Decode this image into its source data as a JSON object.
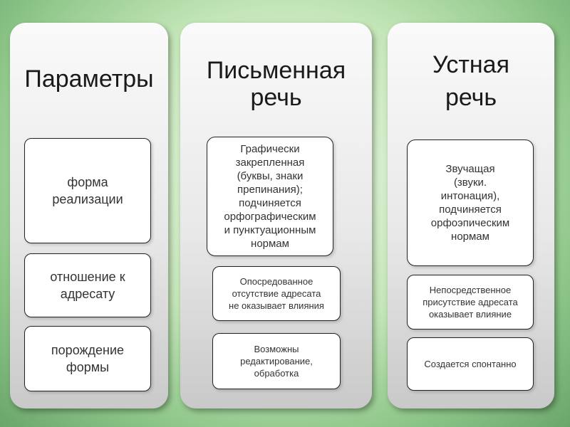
{
  "columns": [
    {
      "title_lines": [
        "Параметры"
      ],
      "boxes": [
        {
          "lines": [
            "форма",
            "реализации"
          ]
        },
        {
          "lines": [
            "отношение к",
            "адресату"
          ]
        },
        {
          "lines": [
            "порождение",
            "формы"
          ]
        }
      ]
    },
    {
      "title_lines": [
        "Письменная",
        "речь"
      ],
      "boxes": [
        {
          "lines": [
            "Графически",
            "закрепленная",
            "(буквы, знаки",
            "препинания);",
            "подчиняется",
            "орфографическим",
            "и пунктуационным",
            "нормам"
          ]
        },
        {
          "lines": [
            "Опосредованное",
            "отсутствие адресата",
            "не оказывает влияния"
          ]
        },
        {
          "lines": [
            "Возможны",
            "редактирование,",
            "обработка"
          ]
        }
      ]
    },
    {
      "title_lines": [
        "Устная",
        "речь"
      ],
      "boxes": [
        {
          "lines": [
            "Звучащая",
            "(звуки.",
            "интонация),",
            "подчиняется",
            "орфоэпическим",
            "нормам"
          ]
        },
        {
          "lines": [
            "Непосредственное",
            "присутствие адресата",
            "оказывает влияние"
          ]
        },
        {
          "lines": [
            "Создается спонтанно"
          ]
        }
      ]
    }
  ]
}
